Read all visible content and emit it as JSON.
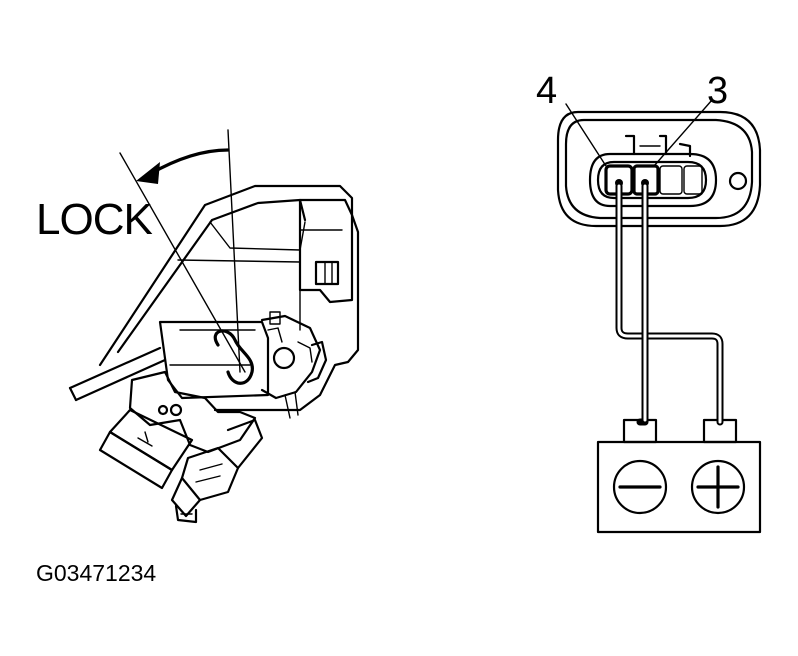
{
  "labels": {
    "direction": "LOCK",
    "pin_left": "4",
    "pin_right": "3",
    "figure_code": "G03471234"
  },
  "battery": {
    "negative_terminal": "minus-sign",
    "positive_terminal": "plus-sign"
  },
  "colors": {
    "ink": "#000000",
    "background": "#ffffff"
  }
}
